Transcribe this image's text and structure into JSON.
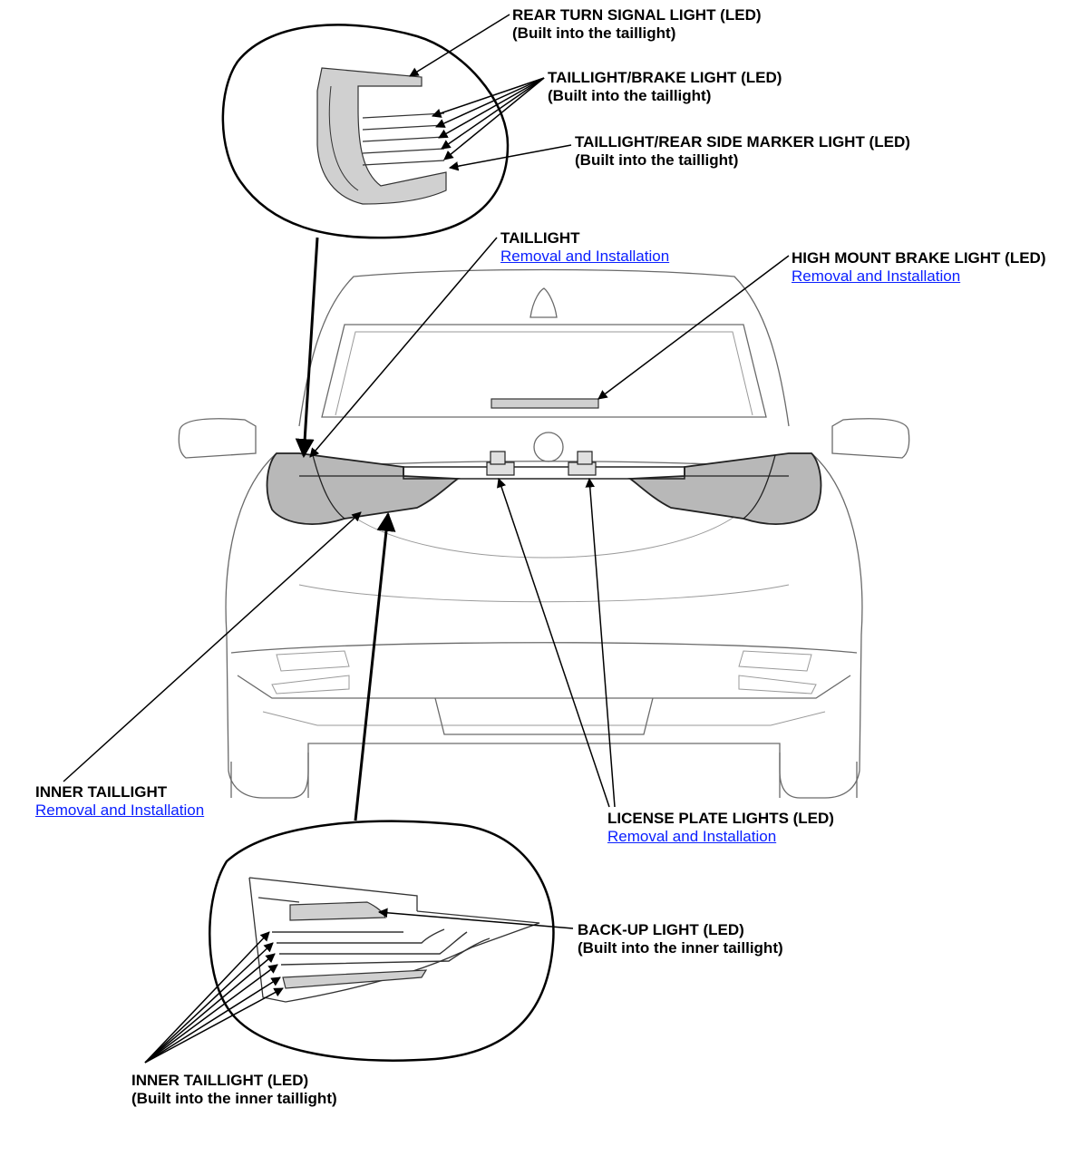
{
  "labels": {
    "rear_turn_signal": {
      "line1": "REAR TURN SIGNAL LIGHT (LED)",
      "line2": "(Built into the taillight)"
    },
    "taillight_brake": {
      "line1": "TAILLIGHT/BRAKE LIGHT (LED)",
      "line2": "(Built into the taillight)"
    },
    "taillight_side_marker": {
      "line1": "TAILLIGHT/REAR SIDE MARKER LIGHT (LED)",
      "line2": "(Built into the taillight)"
    },
    "taillight": {
      "line1": "TAILLIGHT",
      "link": "Removal and Installation"
    },
    "high_mount_brake": {
      "line1": "HIGH MOUNT BRAKE LIGHT (LED)",
      "link": "Removal and Installation"
    },
    "inner_taillight": {
      "line1": "INNER TAILLIGHT",
      "link": "Removal and Installation"
    },
    "license_plate": {
      "line1": "LICENSE PLATE LIGHTS (LED)",
      "link": "Removal and Installation"
    },
    "backup_light": {
      "line1": "BACK-UP LIGHT (LED)",
      "line2": "(Built into the inner taillight)"
    },
    "inner_taillight_led": {
      "line1": "INNER TAILLIGHT (LED)",
      "line2": "(Built into the inner taillight)"
    }
  },
  "colors": {
    "link": "#0b20ff",
    "lamp_fill": "#d0d0d0",
    "outline": "#000000"
  }
}
